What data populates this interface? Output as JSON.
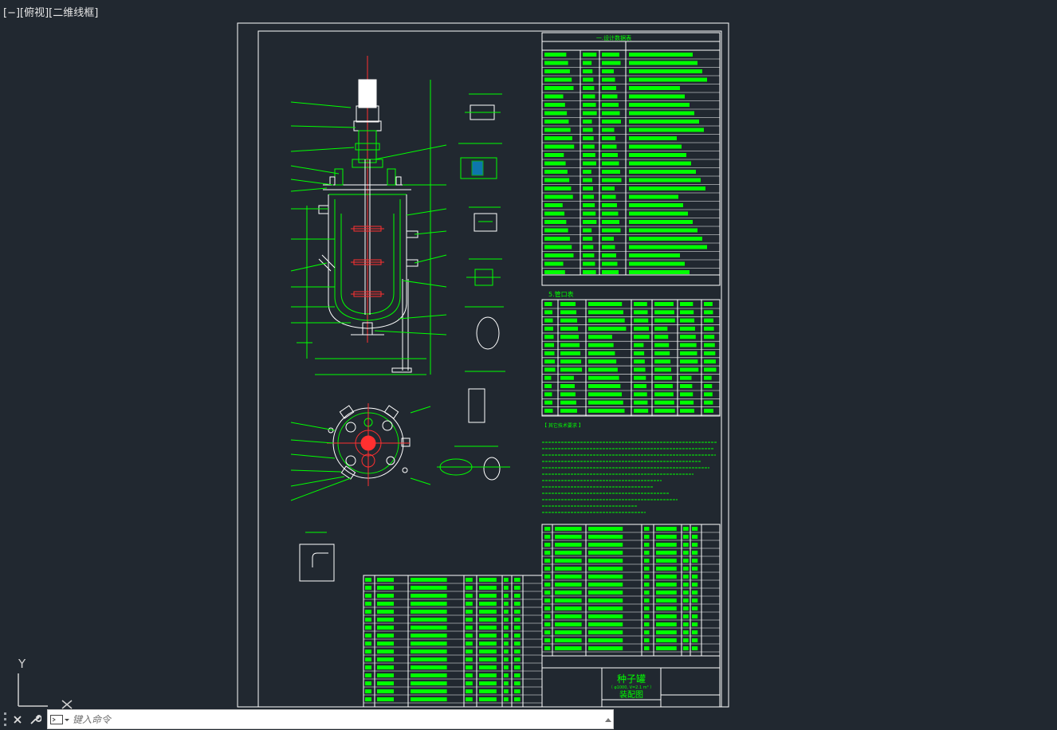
{
  "viewport": {
    "label": "[−][俯视][二维线框]"
  },
  "ucs": {
    "y_label": "Y",
    "x_label": "X"
  },
  "command_line": {
    "placeholder": "键入命令"
  },
  "drawing": {
    "title_block": {
      "name": "种子罐",
      "sub": "（ φ1000,  V=2.1 m³ ）",
      "type": "装配图"
    },
    "design_table_title": "一.设计数据表",
    "nozzle_table_title": "5.管口表",
    "tech_req_title": "【 其它技术要求 】",
    "colors": {
      "background": "#212830",
      "frame": "#ffffff",
      "lines": "#00ff00",
      "axis": "#ff3030"
    }
  }
}
